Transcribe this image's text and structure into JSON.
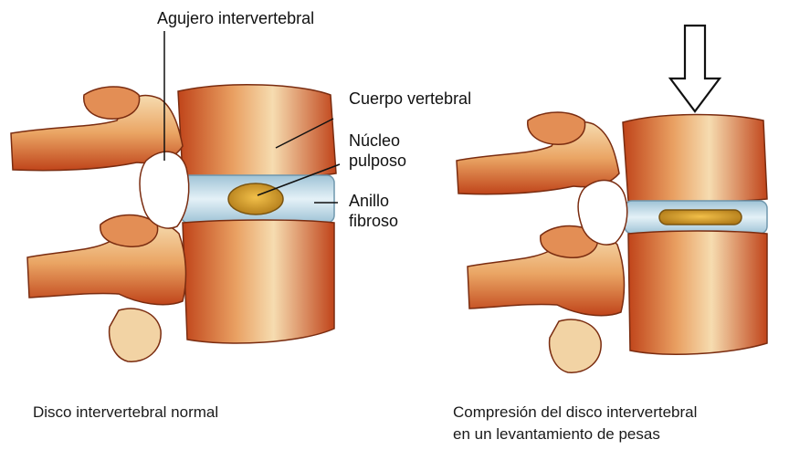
{
  "labels": {
    "foramen": "Agujero intervertebral",
    "vertebral_body": "Cuerpo vertebral",
    "nucleus_line1": "Núcleo",
    "nucleus_line2": "pulposo",
    "annulus_line1": "Anillo",
    "annulus_line2": "fibroso"
  },
  "captions": {
    "normal": "Disco intervertebral normal",
    "compressed_line1": "Compresión del disco intervertebral",
    "compressed_line2": "en un levantamiento de pesas"
  },
  "colors": {
    "bone_light": "#f6dcb0",
    "bone_mid": "#e9a062",
    "bone_dark": "#c0441a",
    "bone_outline": "#7a2c10",
    "disc": "#cfe3ee",
    "nucleus": "#d9a030"
  },
  "icons": {
    "load": "down-arrow-icon"
  }
}
